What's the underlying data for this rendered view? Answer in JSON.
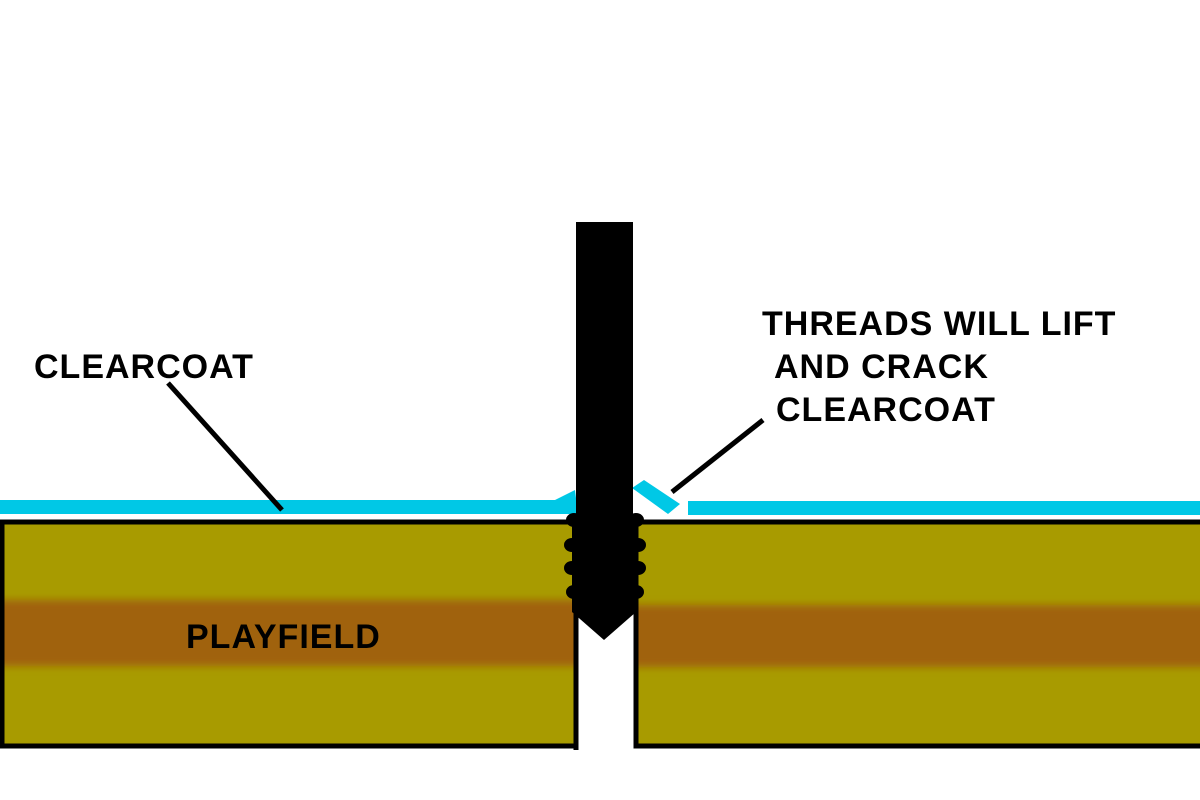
{
  "labels": {
    "clearcoat": "CLEARCOAT",
    "threads_line1": "THREADS WILL LIFT",
    "threads_line2": "AND CRACK",
    "threads_line3": "CLEARCOAT",
    "playfield": "PLAYFIELD"
  },
  "colors": {
    "clearcoat": "#00c8e6",
    "wood": "#a89b00",
    "wood_band": "#a0620a",
    "outline": "#000000",
    "background": "#ffffff"
  },
  "icons": {
    "fastener": "screw-icon"
  }
}
